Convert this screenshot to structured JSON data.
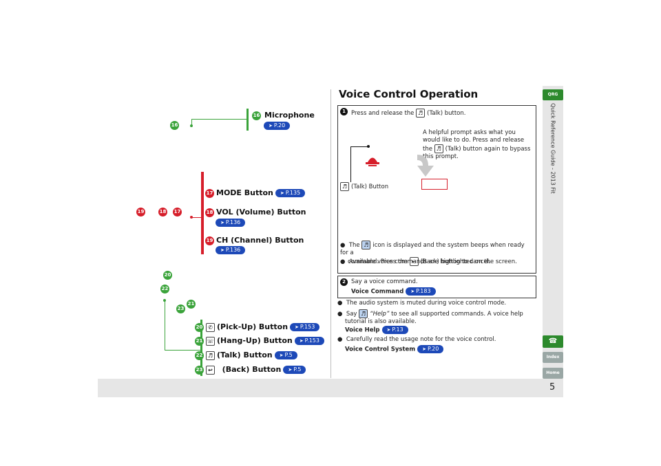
{
  "page_number": "5",
  "sidebar": {
    "qrg_label": "QRG",
    "vertical_title": "Quick Reference Guide - 2013 Fit",
    "talk_icon": "talk-icon",
    "index_label": "Index",
    "home_label": "Home"
  },
  "left_items": [
    {
      "num": "16",
      "label": "Microphone",
      "ref": "P.20"
    },
    {
      "num": "17",
      "label": "MODE Button",
      "ref": "P.135"
    },
    {
      "num": "18",
      "label": "VOL (Volume) Button",
      "ref": "P.136"
    },
    {
      "num": "19",
      "label": "CH (Channel) Button",
      "ref": "P.136"
    },
    {
      "num": "20",
      "label": "(Pick-Up) Button",
      "ref": "P.153"
    },
    {
      "num": "21",
      "label": "(Hang-Up) Button",
      "ref": "P.153"
    },
    {
      "num": "22",
      "label": "(Talk) Button",
      "ref": "P.5"
    },
    {
      "num": "23",
      "label": "(Back) Button",
      "ref": "P.5"
    }
  ],
  "callouts": {
    "c16": "16",
    "c17": "17",
    "c18": "18",
    "c19": "19",
    "c20": "20",
    "c21": "21",
    "c22": "22",
    "c23": "23"
  },
  "voice": {
    "title": "Voice Control Operation",
    "step1_num": "1",
    "step1_pre": "Press and release the",
    "step1_post": "(Talk) button.",
    "prompt_line1": "A helpful prompt asks what you",
    "prompt_line2": "would like to do. Press and release",
    "prompt_line3_pre": "the",
    "prompt_line3_post": "(Talk) button again to bypass",
    "prompt_line4": "this prompt.",
    "talk_button_label": "(Talk) Button",
    "bullet1_pre": "The",
    "bullet1_post": "icon is displayed and the system beeps when ready for a",
    "bullet1_line2_pre": "command. Press the",
    "bullet1_line2_post": "(Back) button to cancel.",
    "bullet2": "Available voice commands are highlighted on the screen.",
    "step2_num": "2",
    "step2_text": "Say a voice command.",
    "step2_link": "Voice Command",
    "step2_ref": "P.183",
    "note1": "The audio system is muted during voice control mode.",
    "note2_pre": "Say",
    "note2_quote": "“Help”",
    "note2_post": "to see all supported commands. A voice help",
    "note2_line2": "tutorial is also available.",
    "note2_link": "Voice Help",
    "note2_ref": "P.13",
    "note3": "Carefully read the usage note for the voice control.",
    "note3_link": "Voice Control System",
    "note3_ref": "P.20"
  },
  "colors": {
    "red": "#d61e2a",
    "green": "#3aa33a",
    "blue": "#1d49b8"
  }
}
